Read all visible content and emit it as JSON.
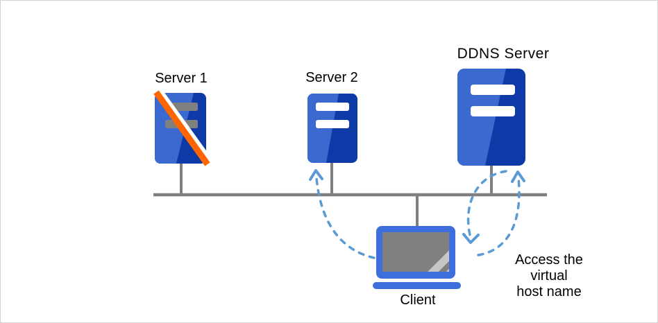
{
  "diagram": {
    "nodes": [
      {
        "id": "server1",
        "label": "Server 1",
        "icon": "server-icon",
        "status": "offline-crossed-out"
      },
      {
        "id": "server2",
        "label": "Server 2",
        "icon": "server-icon",
        "status": "online"
      },
      {
        "id": "ddns",
        "label": "DDNS Server",
        "icon": "server-icon",
        "status": "online"
      },
      {
        "id": "client",
        "label": "Client",
        "icon": "laptop-icon",
        "status": "online"
      }
    ],
    "annotation": {
      "text": "Access the virtual\nhost name"
    },
    "connections": {
      "network_bus": [
        "Server 1",
        "Server 2",
        "DDNS Server",
        "Client"
      ],
      "dashed_arrows": [
        {
          "from": "Client",
          "to": "Server 2",
          "style": "dashed-curve"
        },
        {
          "from": "DDNS Server",
          "to": "Client",
          "style": "dashed-curve"
        },
        {
          "from": "Client",
          "to": "DDNS Server",
          "style": "dashed-curve"
        }
      ]
    },
    "colors": {
      "server_body_dark": "#0D3AA6",
      "server_body_light": "#3A69CF",
      "server_bar_white": "#FFFFFF",
      "server_bar_offline_gray": "#808080",
      "outage_slash_orange": "#FF6600",
      "outage_slash_white": "#FFFFFF",
      "laptop_blue": "#3E6EDB",
      "laptop_screen_gray": "#808080",
      "laptop_screen_glare": "#C6C6C6",
      "network_line_gray": "#7F7F7F",
      "arrow_blue": "#5B9BD5",
      "text_black": "#000000",
      "canvas_border": "#D2D2D2"
    }
  }
}
